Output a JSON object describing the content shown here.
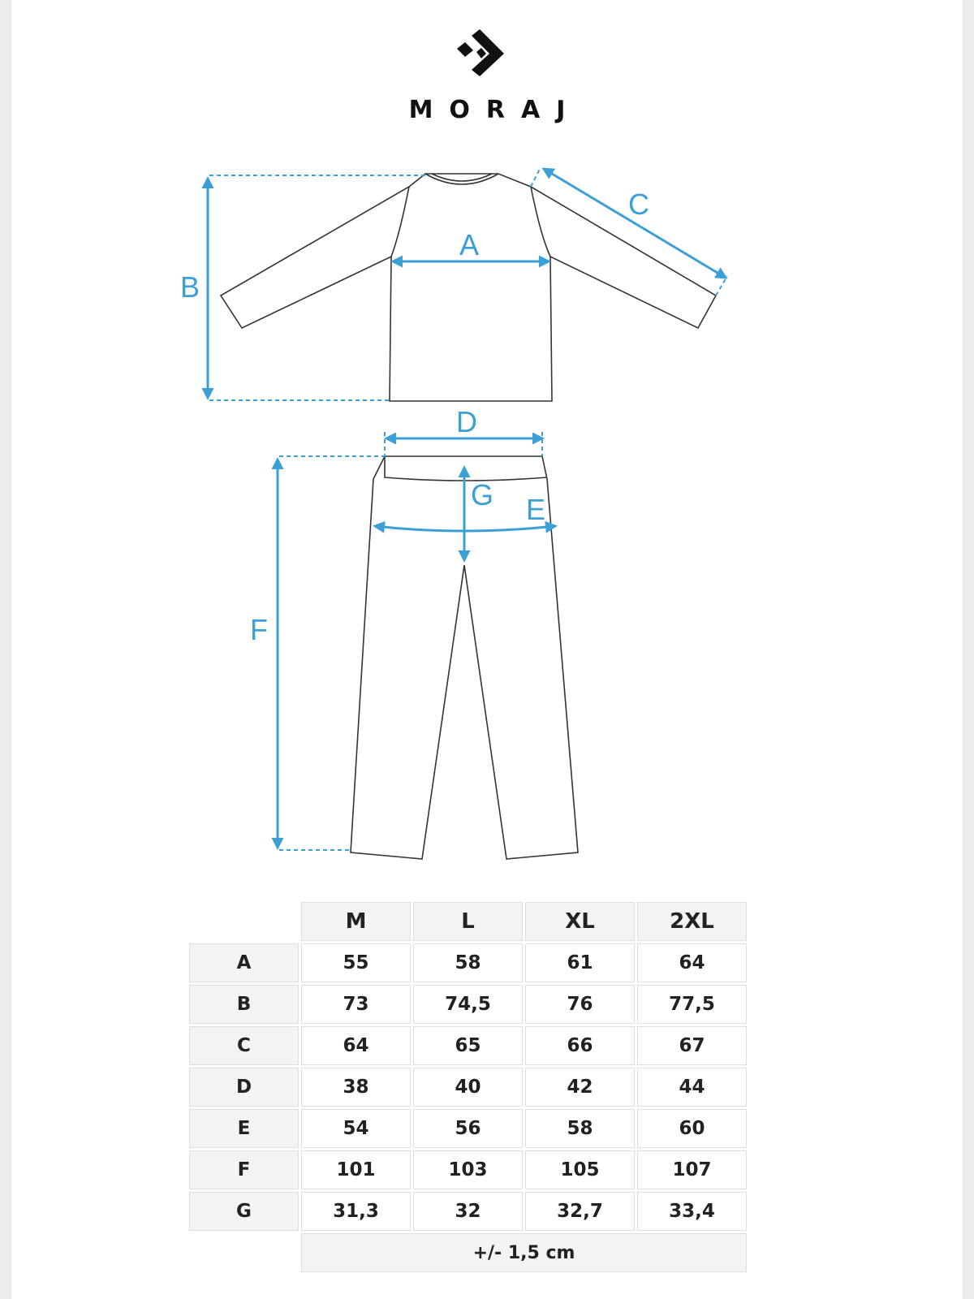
{
  "brand": {
    "name": "MORAJ",
    "logo_icon": "moraj-arrow-logo"
  },
  "diagram": {
    "garments": [
      "long-sleeve-top",
      "trousers"
    ],
    "accent_color": "#3c9fd6",
    "labels": {
      "A": "A",
      "B": "B",
      "C": "C",
      "D": "D",
      "E": "E",
      "F": "F",
      "G": "G"
    }
  },
  "size_table": {
    "columns": [
      "M",
      "L",
      "XL",
      "2XL"
    ],
    "rows": [
      {
        "label": "A",
        "values": [
          "55",
          "58",
          "61",
          "64"
        ]
      },
      {
        "label": "B",
        "values": [
          "73",
          "74,5",
          "76",
          "77,5"
        ]
      },
      {
        "label": "C",
        "values": [
          "64",
          "65",
          "66",
          "67"
        ]
      },
      {
        "label": "D",
        "values": [
          "38",
          "40",
          "42",
          "44"
        ]
      },
      {
        "label": "E",
        "values": [
          "54",
          "56",
          "58",
          "60"
        ]
      },
      {
        "label": "F",
        "values": [
          "101",
          "103",
          "105",
          "107"
        ]
      },
      {
        "label": "G",
        "values": [
          "31,3",
          "32",
          "32,7",
          "33,4"
        ]
      }
    ],
    "tolerance": "+/- 1,5 cm"
  }
}
